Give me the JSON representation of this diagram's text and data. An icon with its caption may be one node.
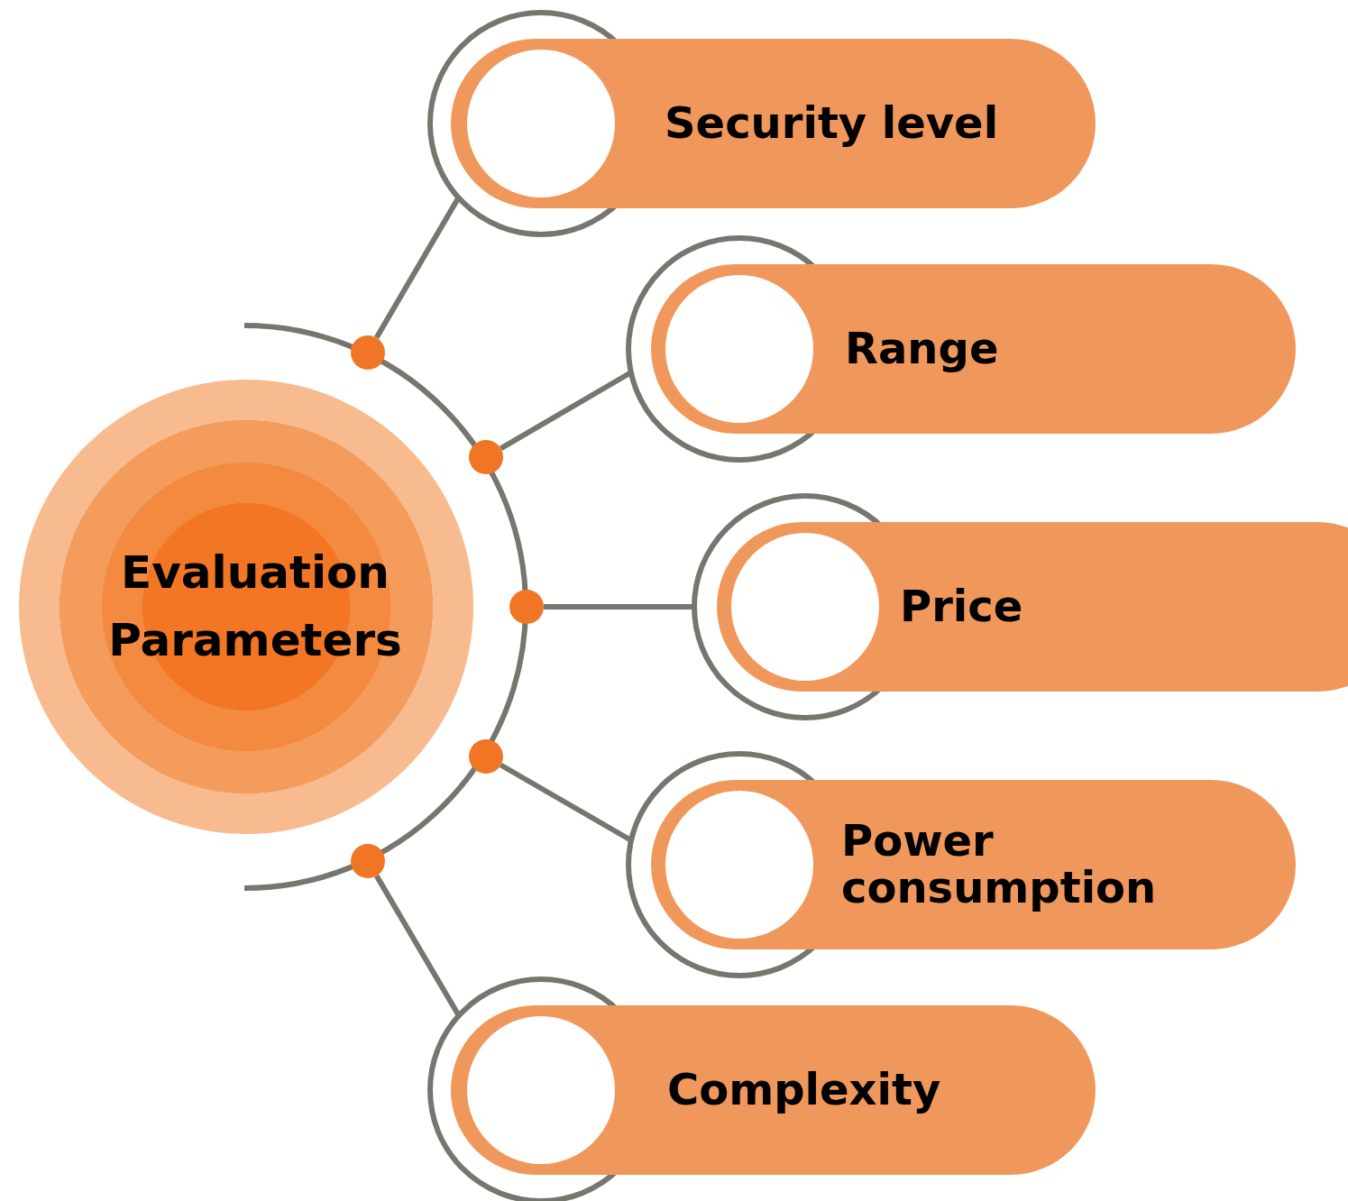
{
  "diagram": {
    "nodes": [
      {
        "text": [
          "Evaluation Parameters"
        ]
      },
      {
        "text": [
          "Security level"
        ]
      },
      {
        "text": [
          "Range"
        ]
      },
      {
        "text": [
          "Price"
        ]
      },
      {
        "text": [
          "Power consumption"
        ]
      },
      {
        "text": [
          "Complexity"
        ]
      },
      {
        "text": [],
        "shape": "circle"
      },
      {
        "text": [],
        "shape": "circle"
      },
      {
        "text": [],
        "shape": "circle"
      },
      {
        "text": [],
        "shape": "circle"
      },
      {
        "text": [],
        "shape": "circle"
      }
    ],
    "edges": [
      {
        "from": 6,
        "to": 1,
        "arrow": "none"
      },
      {
        "from": 7,
        "to": 2,
        "arrow": "none"
      },
      {
        "from": 8,
        "to": 3,
        "arrow": "none"
      },
      {
        "from": 9,
        "to": 4,
        "arrow": "none"
      },
      {
        "from": 10,
        "to": 5,
        "arrow": "none"
      }
    ]
  }
}
